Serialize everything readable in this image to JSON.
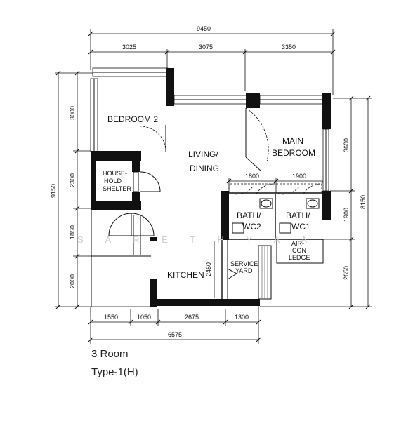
{
  "plan": {
    "dimensions": {
      "overall_width": "9450",
      "top_segments": [
        "3025",
        "3075",
        "3350"
      ],
      "left_overall": "9150",
      "left_segments": [
        "3000",
        "2300",
        "1850",
        "2000"
      ],
      "right_overall": "8150",
      "right_segments": [
        "3600",
        "1900",
        "2650"
      ],
      "bottom_segments": [
        "1550",
        "1050",
        "2675",
        "1300"
      ],
      "bottom_overall": "6575",
      "bath_widths": [
        "1800",
        "1900"
      ],
      "kitchen_height": "2450"
    },
    "rooms": {
      "bedroom2": "BEDROOM  2",
      "living_line1": "LIVING/",
      "living_line2": "DINING",
      "main_line1": "MAIN",
      "main_line2": "BEDROOM",
      "shelter_line1": "HOUSE-",
      "shelter_line2": "HOLD",
      "shelter_line3": "SHELTER",
      "bath2_line1": "BATH/",
      "bath2_line2": "WC2",
      "bath1_line1": "BATH/",
      "bath1_line2": "WC1",
      "aircon_line1": "AIR-",
      "aircon_line2": "CON",
      "aircon_line3": "LEDGE",
      "kitchen": "KITCHEN",
      "service_line1": "SERVICE",
      "service_line2": "YARD"
    },
    "watermark": "S A R E T H Y A   A"
  },
  "caption": {
    "line1": "3 Room",
    "line2": "Type-1(H)"
  }
}
